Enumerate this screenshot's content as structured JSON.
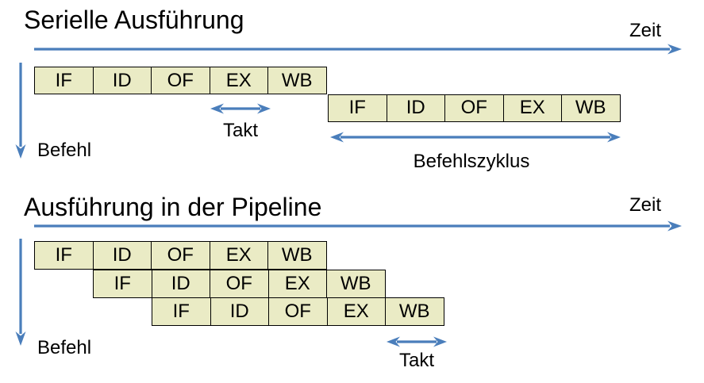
{
  "colors": {
    "background": "#ffffff",
    "arrow-blue": "#4a7ebb",
    "box-fill": "#eaebc5",
    "box-border": "#000000",
    "text": "#000000"
  },
  "serial": {
    "title": "Serielle Ausführung",
    "time_axis_label": "Zeit",
    "instruction_axis_label": "Befehl",
    "clock_label": "Takt",
    "cycle_label": "Befehlszyklus",
    "rows": [
      {
        "stages": [
          "IF",
          "ID",
          "OF",
          "EX",
          "WB"
        ]
      },
      {
        "stages": [
          "IF",
          "ID",
          "OF",
          "EX",
          "WB"
        ]
      }
    ]
  },
  "pipeline": {
    "title": "Ausführung in der Pipeline",
    "time_axis_label": "Zeit",
    "instruction_axis_label": "Befehl",
    "clock_label": "Takt",
    "rows": [
      {
        "stages": [
          "IF",
          "ID",
          "OF",
          "EX",
          "WB"
        ]
      },
      {
        "stages": [
          "IF",
          "ID",
          "OF",
          "EX",
          "WB"
        ]
      },
      {
        "stages": [
          "IF",
          "ID",
          "OF",
          "EX",
          "WB"
        ]
      }
    ]
  }
}
